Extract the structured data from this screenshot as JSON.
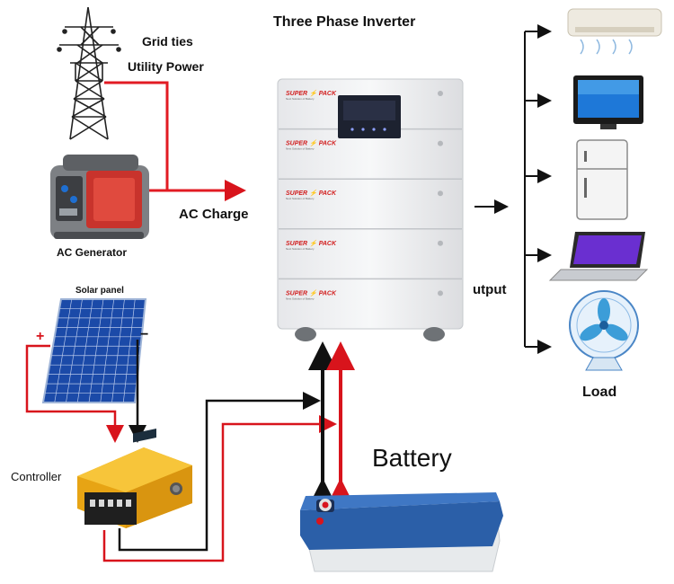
{
  "title": "Three Phase Inverter",
  "labels": {
    "grid_line1": "Grid ties",
    "grid_line2": "Utility Power",
    "ac_charge": "AC Charge",
    "ac_generator": "AC Generator",
    "solar_panel": "Solar panel",
    "plus": "+",
    "minus": "−",
    "controller": "Controller",
    "battery": "Battery",
    "output": "utput",
    "load": "Load"
  },
  "inverter": {
    "brand": "SUPER ⚡ PACK",
    "tagline": "Next Solution of Battery",
    "module_count": 5
  },
  "loads": [
    "air-conditioner",
    "television",
    "refrigerator",
    "laptop",
    "electric-fan"
  ],
  "colors": {
    "ac_line": "#e21b23",
    "dc_positive": "#d8141c",
    "dc_negative": "#111111",
    "inverter_body": "#f0f1f3",
    "battery_lid": "#2b5fa8",
    "controller_body": "#f2b21a"
  }
}
